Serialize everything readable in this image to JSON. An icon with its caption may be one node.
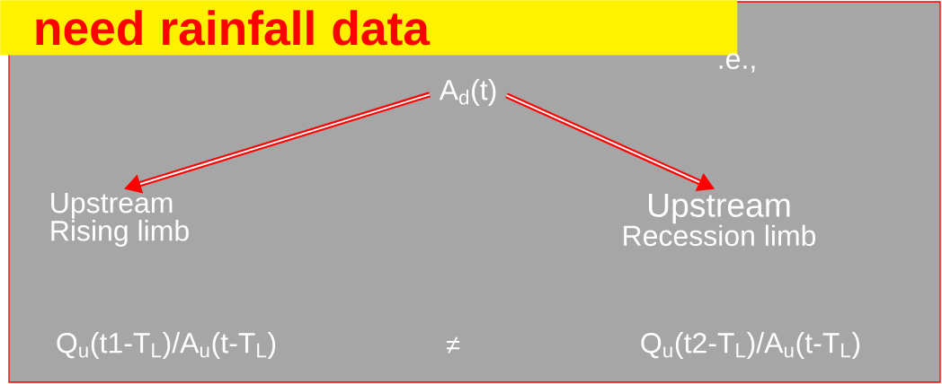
{
  "diagram": {
    "nodes": [
      {
        "text": [
          "A$_{d}$(t)"
        ]
      },
      {
        "text": [
          "Upstream",
          "Rising limb"
        ]
      },
      {
        "text": [
          "Upstream",
          "Recession limb"
        ]
      },
      {
        "text": [
          "need rainfall data"
        ]
      }
    ],
    "edges": [
      {
        "from": 0,
        "to": 1,
        "arrow": "to"
      },
      {
        "from": 0,
        "to": 2,
        "arrow": "to"
      }
    ],
    "labels": [
      ".e.,",
      "Q$_{u}$(t1-T$_{L}$)/A$_{u}$(t-T$_{L}$)",
      "≠",
      "Q$_{u}$(t2-T$_{L}$)/A$_{u}$(t-T$_{L}$)"
    ]
  }
}
